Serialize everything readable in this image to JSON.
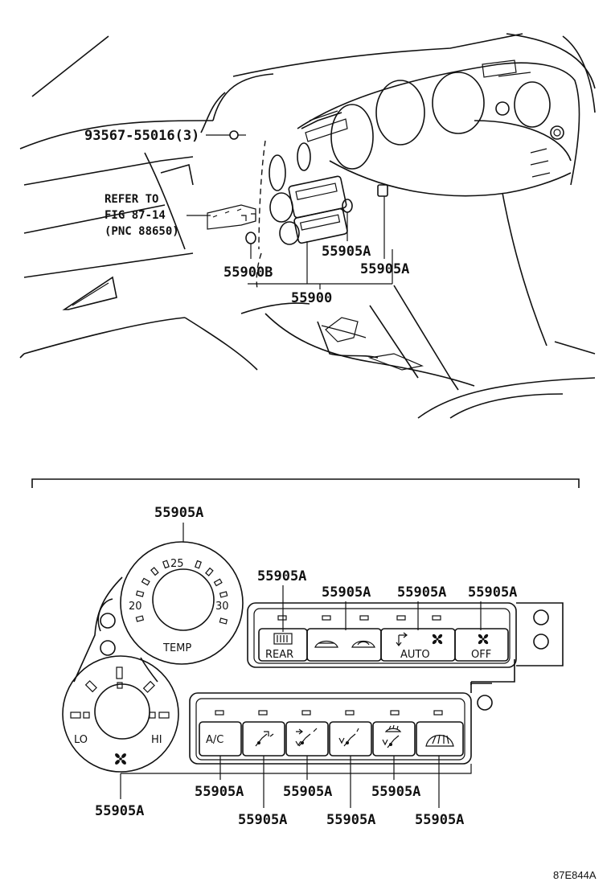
{
  "callouts": {
    "screw": "93567-55016(3)",
    "refer_line1": "REFER TO",
    "refer_line2": "FIG 87-14",
    "refer_line3": "(PNC 88650)",
    "p55900b": "55900B",
    "p55900": "55900",
    "p55905a_upper_1": "55905A",
    "p55905a_upper_2": "55905A",
    "p55905a_temp": "55905A",
    "p55905a_rear": "55905A",
    "p55905a_rec": "55905A",
    "p55905a_auto": "55905A",
    "p55905a_off": "55905A",
    "p55905a_fan": "55905A",
    "p55905a_ac": "55905A",
    "p55905a_face": "55905A",
    "p55905a_bilevel": "55905A",
    "p55905a_foot": "55905A",
    "p55905a_footdef": "55905A",
    "p55905a_def": "55905A"
  },
  "panel": {
    "temp_label": "TEMP",
    "temp_20": "20",
    "temp_25": "25",
    "temp_30": "30",
    "fan_lo": "LO",
    "fan_hi": "HI",
    "btn_rear": "REAR",
    "btn_auto": "AUTO",
    "btn_off": "OFF",
    "btn_ac": "A/C"
  },
  "figure_code": "87E844A",
  "icons": [
    "screw-icon",
    "rear-defogger-icon",
    "fresh-air-icon",
    "recirculate-icon",
    "fan-icon",
    "face-vent-icon",
    "bilevel-icon",
    "foot-icon",
    "foot-defrost-icon",
    "defroster-icon"
  ]
}
